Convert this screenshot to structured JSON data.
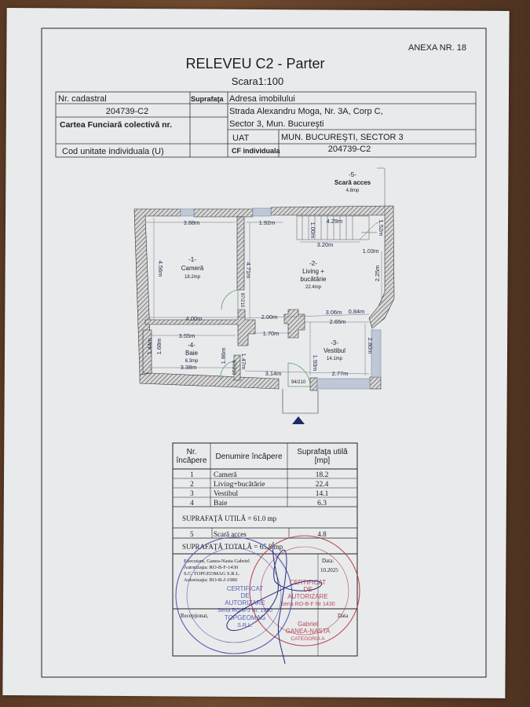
{
  "header": {
    "annex": "ANEXA NR. 18",
    "title": "RELEVEU C2 - Parter",
    "scale": "Scara1:100"
  },
  "info_table": {
    "nr_cadastral_label": "Nr. cadastral",
    "nr_cadastral": "204739-C2",
    "suprafata_label": "Suprafaţa",
    "cf_colectiva_label": "Cartea Funciară colectivă nr.",
    "cod_unitate_label": "Cod unitate individuala (U)",
    "adresa_label": "Adresa imobilului",
    "adresa_line1": "Strada Alexandru Moga, Nr. 3A, Corp C,",
    "adresa_line2": "Sector 3, Mun. Bucureşti",
    "uat_label": "UAT",
    "uat": "MUN. BUCUREŞTI, SECTOR 3",
    "cf_individuala_label": "CF individuala",
    "cf_individuala": "204739-C2"
  },
  "plan": {
    "rooms": [
      {
        "nr": "-1-",
        "name": "Cameră",
        "area": "18.2mp"
      },
      {
        "nr": "-2-",
        "name": "Living +",
        "name2": "bucătărie",
        "area": "22.4mp"
      },
      {
        "nr": "-3-",
        "name": "Vestibul",
        "area": "14.1mp"
      },
      {
        "nr": "-4-",
        "name": "Baie",
        "area": "6.3mp"
      },
      {
        "nr": "-5-",
        "name": "Scară acces",
        "area": "4.8mp"
      }
    ],
    "dims": {
      "d388": "3.88m",
      "d456": "4.56m",
      "d400": "4.00m",
      "d355": "3.55m",
      "d144": "1.44m",
      "d168": "1.68m",
      "d338": "3.38m",
      "d186": "1.86m",
      "d192": "1.92m",
      "d471": "4.71m",
      "d200": "2.00m",
      "d170": "1.70m",
      "d147": "1.47m",
      "d314": "3.14m",
      "d100": "1.00m",
      "d429": "4.29m",
      "d320": "3.20m",
      "d152": "1.52m",
      "d103": "1.03m",
      "d225": "2.25m",
      "d306": "3.06m",
      "d084": "0.84m",
      "d265": "2.65m",
      "d280": "2.80m",
      "d193": "1.93m",
      "d277": "2.77m"
    },
    "doors": {
      "camera": "87/210",
      "baie": "67/210",
      "entry": "94/210"
    }
  },
  "room_table": {
    "headers": [
      "Nr. încăpere",
      "Denumire încăpere",
      "Suprafaţa utilă [mp]"
    ],
    "rows": [
      [
        "1",
        "Cameră",
        "18.2"
      ],
      [
        "2",
        "Living+bucătărie",
        "22.4"
      ],
      [
        "3",
        "Vestibul",
        "14.1"
      ],
      [
        "4",
        "Baie",
        "6.3"
      ]
    ],
    "utila": "SUPRAFAŢĂ UTILĂ = 61.0 mp",
    "row5": [
      "5",
      "Scară acces",
      "4.8"
    ],
    "totala": "SUPRAFAŢĂ TOTALĂ = 65.8 mp",
    "exec_lines": [
      "Executant, Ganea-Nasta Gabriel",
      "Autorizaţia: RO-B-F-1430",
      "S.C. TOPGEOMAG S.R.L.",
      "Autorizaţia: RO-B-J-1980"
    ],
    "data_label": "Data:",
    "data_value": "10.2025",
    "receptionat": "Recepţionat,",
    "data2": "Data"
  },
  "stamps": {
    "blue": [
      "CERTIFICAT",
      "DE",
      "AUTORIZARE",
      "Seria RO-B-J Nr. 1980",
      "TOPGEOMAG",
      "S.R.L."
    ],
    "red": [
      "CERTIFICAT",
      "DE",
      "AUTORIZARE",
      "Seria RO-B-F Nr 1430",
      "Gabriel",
      "GANEA-NASTA",
      "CATEGORIA A"
    ]
  },
  "colors": {
    "ink": "#1d1d1f",
    "plan_blue": "#1d2a5a",
    "stamp_blue": "#3a4aa8",
    "stamp_red": "#b0303a",
    "door_green": "#5a9a7a"
  }
}
